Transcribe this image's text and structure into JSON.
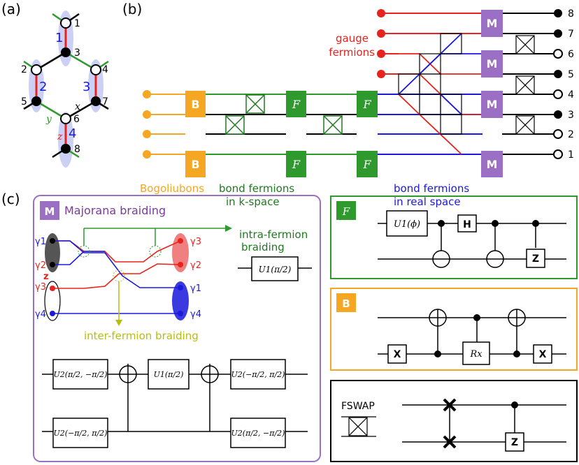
{
  "colors": {
    "orange": "#f5a623",
    "green": "#2e9a2e",
    "darkgreen": "#1f7a1f",
    "red": "#e8221c",
    "blue": "#1a1adb",
    "purple": "#9b6fc4",
    "lavender": "#cdd0f5",
    "olive": "#b7bd12"
  },
  "panel_a": {
    "label": "(a)",
    "site_numbers": [
      "1",
      "2",
      "3",
      "4",
      "5",
      "6",
      "7",
      "8"
    ],
    "pair_numbers": [
      "1",
      "2",
      "3",
      "4"
    ],
    "bond_x": "x",
    "bond_y": "y",
    "bond_z": "z"
  },
  "panel_b": {
    "label": "(b)",
    "gate_B": "B",
    "gate_F": "F",
    "gate_M": "M",
    "gauge_label_1": "gauge",
    "gauge_label_2": "fermions",
    "bogoliubons": "Bogoliubons",
    "bond_k_1": "bond fermions",
    "bond_k_2": "in k-space",
    "bond_real_1": "bond fermions",
    "bond_real_2": "in real space",
    "output_numbers": [
      "8",
      "7",
      "6",
      "5",
      "4",
      "3",
      "2",
      "1"
    ]
  },
  "panel_c": {
    "label": "(c)",
    "title_badge": "M",
    "title": "Majorana braiding",
    "gammas_left": [
      "γ1",
      "γ2",
      "γ3",
      "γ4"
    ],
    "gammas_right": [
      "γ3",
      "γ2",
      "γ1",
      "γ4"
    ],
    "z": "z",
    "intra_1": "intra-fermion",
    "intra_2": "braiding",
    "inter": "inter-fermion braiding",
    "u1_half": "U1(π/2)",
    "circuit": [
      "U2(π/2, −π/2)",
      "U1(π/2)",
      "U2(π/2, −π/2)",
      "U2(−π/2, π/2)",
      "U2(−π/2, π/2)"
    ]
  },
  "box_F": {
    "badge": "F",
    "u1": "U1(ϕ)",
    "h": "H",
    "z": "Z"
  },
  "box_B": {
    "badge": "B",
    "x1": "X",
    "rx": "Rx",
    "x2": "X"
  },
  "box_fswap": {
    "label": "FSWAP",
    "z": "Z"
  }
}
